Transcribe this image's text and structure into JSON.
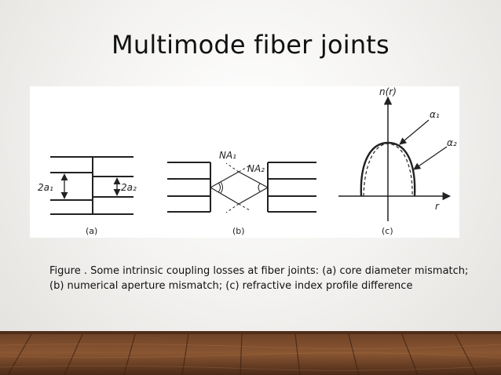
{
  "slide": {
    "title": "Multimode fiber joints",
    "caption": {
      "line1": "Figure . Some intrinsic coupling losses at fiber joints: (a) core diameter mismatch;",
      "line2": "(b) numerical aperture mismatch; (c) refractive index profile difference"
    }
  },
  "figure": {
    "panel_a": {
      "label": "(a)",
      "left_core": "2a₁",
      "right_core": "2a₂"
    },
    "panel_b": {
      "label": "(b)",
      "na_left": "NA₁",
      "na_right": "NA₂"
    },
    "panel_c": {
      "label": "(c)",
      "y_axis": "n(r)",
      "x_axis": "r",
      "profile_1": "α₁",
      "profile_2": "α₂"
    }
  }
}
